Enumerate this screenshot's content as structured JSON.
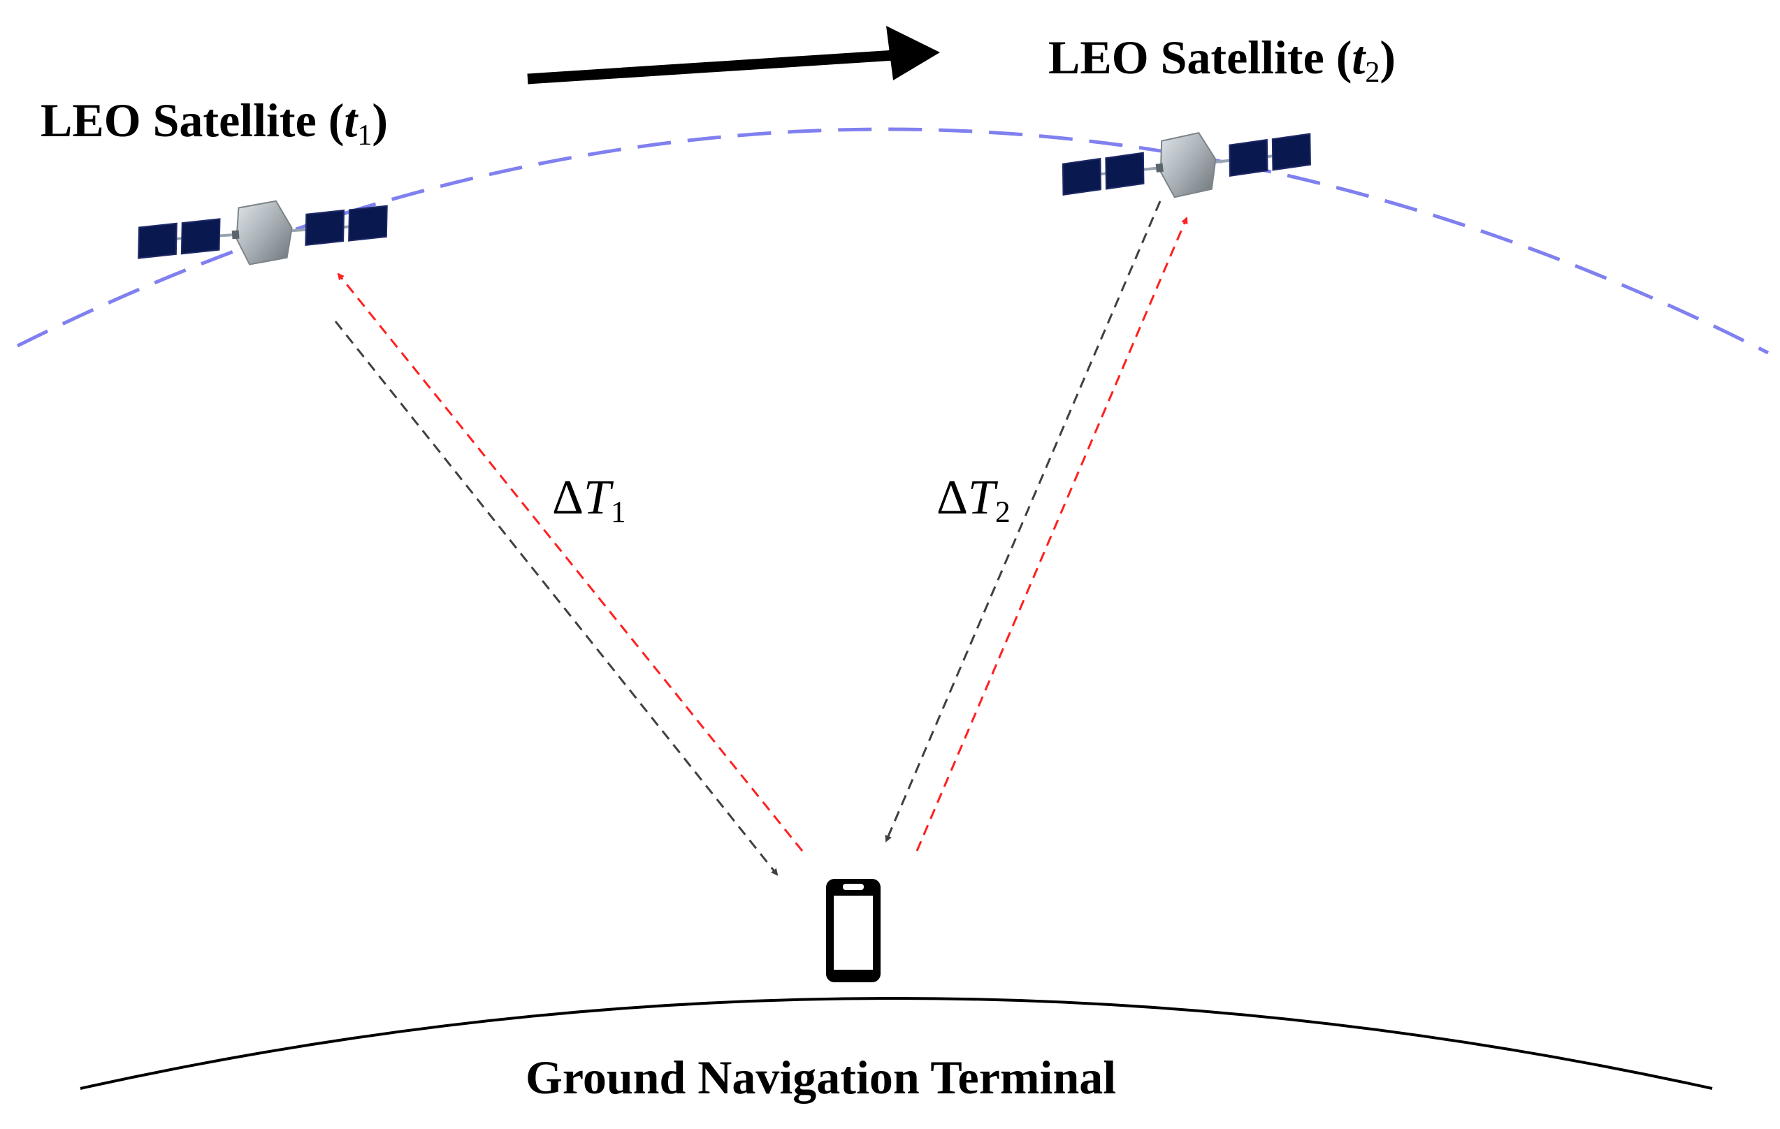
{
  "labels": {
    "sat1": {
      "prefix": "LEO Satellite (",
      "var": "t",
      "sub": "1",
      "suffix": ")"
    },
    "sat2": {
      "prefix": "LEO Satellite (",
      "var": "t",
      "sub": "2",
      "suffix": ")"
    },
    "delta1": {
      "symbol": "Δ",
      "var": "T",
      "sub": "1"
    },
    "delta2": {
      "symbol": "Δ",
      "var": "T",
      "sub": "2"
    },
    "ground": "Ground Navigation Terminal"
  },
  "icons": {
    "satellite": "satellite-icon",
    "terminal": "smartphone-icon",
    "motion": "motion-arrow-icon"
  },
  "colors": {
    "orbit": "#8080f0",
    "uplink": "#ff2020",
    "downlink": "#404040",
    "panel": "#0a1850",
    "body": "#a9b2b8",
    "ground": "#000000"
  }
}
